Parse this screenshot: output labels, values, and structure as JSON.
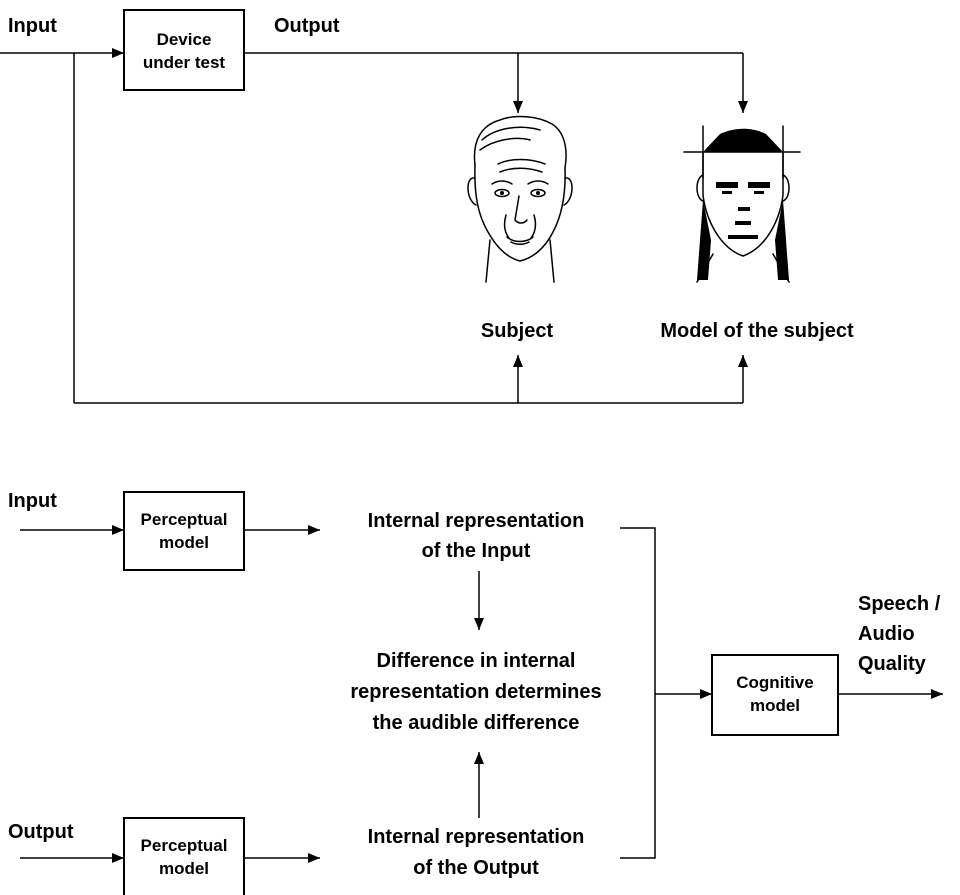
{
  "top": {
    "input_label": "Input",
    "output_label": "Output",
    "device_box": {
      "line1": "Device",
      "line2": "under test"
    },
    "subject_label": "Subject",
    "model_subject_label": "Model of the subject"
  },
  "bottom": {
    "input_label": "Input",
    "output_label": "Output",
    "perceptual_top": {
      "line1": "Perceptual",
      "line2": "model"
    },
    "perceptual_bottom": {
      "line1": "Perceptual",
      "line2": "model"
    },
    "internal_input": {
      "line1": "Internal representation",
      "line2": "of the Input"
    },
    "internal_output": {
      "line1": "Internal representation",
      "line2": "of the Output"
    },
    "difference": {
      "line1": "Difference in internal",
      "line2": "representation determines",
      "line3": "the audible difference"
    },
    "cognitive_box": {
      "line1": "Cognitive",
      "line2": "model"
    },
    "quality": {
      "line1": "Speech /",
      "line2": "Audio",
      "line3": "Quality"
    }
  },
  "icons": {
    "subject_face": "human-face-icon",
    "model_face": "model-face-icon"
  },
  "colors": {
    "stroke": "#000000",
    "background": "#ffffff"
  }
}
